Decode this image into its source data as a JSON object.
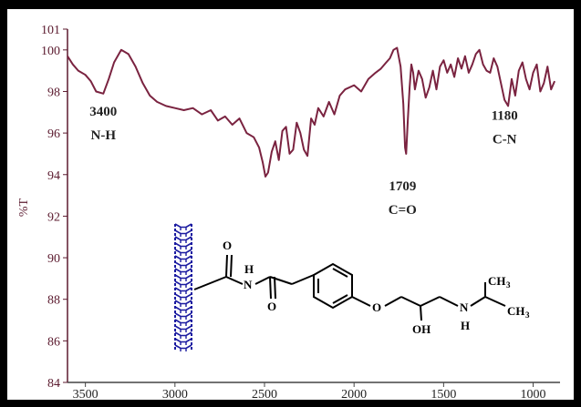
{
  "chart_data": {
    "type": "line",
    "title": "",
    "xlabel": "",
    "ylabel": "%T",
    "xlim": [
      3600,
      850
    ],
    "ylim": [
      84,
      101
    ],
    "x_ticks": [
      "3500",
      "3000",
      "2500",
      "2000",
      "1500",
      "1000"
    ],
    "x_tick_values": [
      3500,
      3000,
      2500,
      2000,
      1500,
      1000
    ],
    "y_ticks": [
      "84",
      "86",
      "88",
      "90",
      "92",
      "94",
      "96",
      "98",
      "100",
      "101"
    ],
    "y_tick_values": [
      84,
      86,
      88,
      90,
      92,
      94,
      96,
      98,
      100,
      101
    ],
    "line_color": "#7a2340",
    "series": [
      {
        "x": [
          3600,
          3570,
          3540,
          3500,
          3470,
          3440,
          3400,
          3370,
          3340,
          3300,
          3260,
          3220,
          3180,
          3140,
          3100,
          3050,
          3000,
          2950,
          2900,
          2850,
          2800,
          2760,
          2720,
          2680,
          2640,
          2600,
          2560,
          2530,
          2510,
          2495,
          2480,
          2460,
          2440,
          2420,
          2400,
          2380,
          2360,
          2340,
          2320,
          2300,
          2280,
          2260,
          2240,
          2220,
          2200,
          2170,
          2140,
          2110,
          2080,
          2050,
          2000,
          1960,
          1920,
          1880,
          1850,
          1820,
          1800,
          1780,
          1760,
          1740,
          1725,
          1715,
          1709,
          1700,
          1690,
          1680,
          1670,
          1660,
          1640,
          1620,
          1600,
          1580,
          1560,
          1540,
          1520,
          1500,
          1480,
          1460,
          1440,
          1420,
          1400,
          1380,
          1360,
          1340,
          1320,
          1300,
          1280,
          1260,
          1240,
          1220,
          1200,
          1180,
          1160,
          1140,
          1120,
          1100,
          1080,
          1060,
          1040,
          1020,
          1000,
          980,
          960,
          940,
          920,
          900,
          880
        ],
        "y": [
          99.7,
          99.3,
          99.0,
          98.8,
          98.5,
          98.0,
          97.9,
          98.6,
          99.4,
          100.0,
          99.8,
          99.2,
          98.4,
          97.8,
          97.5,
          97.3,
          97.2,
          97.1,
          97.2,
          96.9,
          97.1,
          96.6,
          96.8,
          96.4,
          96.7,
          96.0,
          95.8,
          95.3,
          94.6,
          93.9,
          94.1,
          95.1,
          95.6,
          94.7,
          96.1,
          96.3,
          95.0,
          95.2,
          96.5,
          96.0,
          95.2,
          94.9,
          96.7,
          96.4,
          97.2,
          96.8,
          97.5,
          96.9,
          97.8,
          98.1,
          98.3,
          98.0,
          98.6,
          98.9,
          99.1,
          99.4,
          99.6,
          100.0,
          100.1,
          99.2,
          97.4,
          95.3,
          95.0,
          96.6,
          98.2,
          99.3,
          98.9,
          98.1,
          99.0,
          98.6,
          97.7,
          98.2,
          99.0,
          98.1,
          99.2,
          99.5,
          98.9,
          99.3,
          98.7,
          99.6,
          99.1,
          99.7,
          98.9,
          99.3,
          99.8,
          100.0,
          99.3,
          99.0,
          98.9,
          99.6,
          99.2,
          98.4,
          97.6,
          97.3,
          98.6,
          97.8,
          99.0,
          99.4,
          98.6,
          98.1,
          98.9,
          99.3,
          98.0,
          98.4,
          99.2,
          98.1,
          98.5
        ]
      }
    ],
    "annotations": [
      {
        "x": 3400,
        "y": 97.9,
        "line1": "3400",
        "line2": "N-H"
      },
      {
        "x": 1709,
        "y": 95.0,
        "line1": "1709",
        "line2": "C=O"
      },
      {
        "x": 1180,
        "y": 97.6,
        "line1": "1180",
        "line2": "C-N"
      }
    ],
    "grid": false,
    "legend": "none"
  },
  "molecule": {
    "atoms": {
      "o_carbonyl1": "O",
      "n_amide": "N",
      "h_amide": "H",
      "o_carbonyl2": "O",
      "o_ether": "O",
      "oh": "OH",
      "n_amine": "N",
      "h_amine": "H",
      "ch3_top": "CH",
      "ch3_bottom": "CH",
      "sub3": "3"
    },
    "nanotube_color": "#1a1aa0"
  }
}
